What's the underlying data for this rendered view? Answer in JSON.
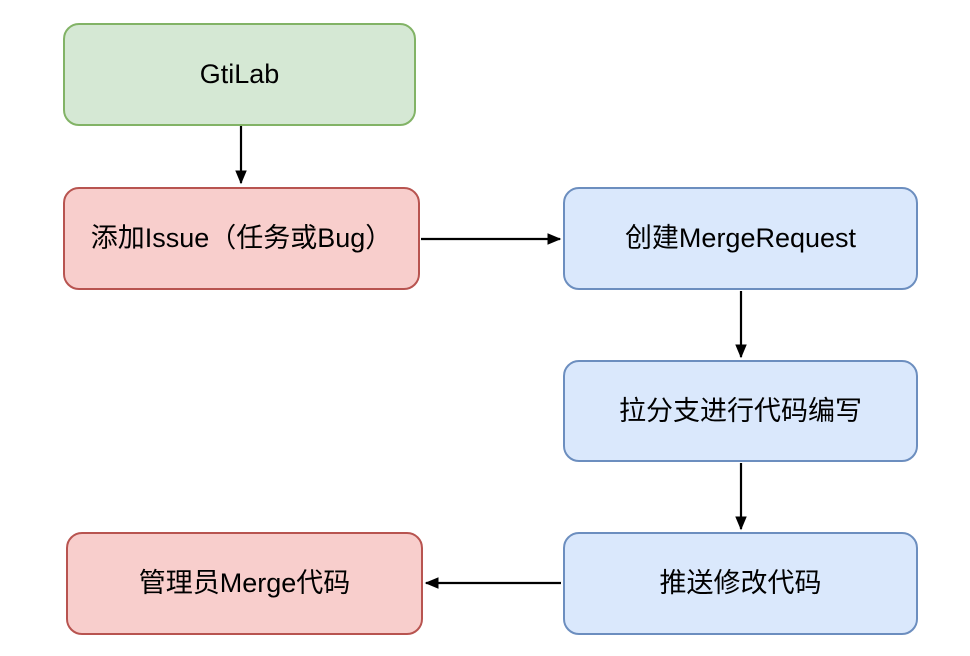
{
  "diagram": {
    "title": "GitLab workflow flowchart",
    "background_color": "#ffffff",
    "edge_color": "#000000",
    "nodes": {
      "gitlab": {
        "label": "GtiLab",
        "fill": "#d5e8d4",
        "border": "#82b366",
        "shape": "rounded-rectangle"
      },
      "add_issue": {
        "label": "添加Issue（任务或Bug）",
        "fill": "#f8cecc",
        "border": "#b85450",
        "shape": "rounded-rectangle"
      },
      "create_merge_request": {
        "label": "创建MergeRequest",
        "fill": "#dae8fc",
        "border": "#6c8ebf",
        "shape": "rounded-rectangle"
      },
      "pull_branch_write_code": {
        "label": "拉分支进行代码编写",
        "fill": "#dae8fc",
        "border": "#6c8ebf",
        "shape": "rounded-rectangle"
      },
      "push_modified_code": {
        "label": "推送修改代码",
        "fill": "#dae8fc",
        "border": "#6c8ebf",
        "shape": "rounded-rectangle"
      },
      "admin_merge_code": {
        "label": "管理员Merge代码",
        "fill": "#f8cecc",
        "border": "#b85450",
        "shape": "rounded-rectangle"
      }
    },
    "edges": [
      {
        "from": "gitlab",
        "to": "add_issue",
        "direction": "down"
      },
      {
        "from": "add_issue",
        "to": "create_merge_request",
        "direction": "right"
      },
      {
        "from": "create_merge_request",
        "to": "pull_branch_write_code",
        "direction": "down"
      },
      {
        "from": "pull_branch_write_code",
        "to": "push_modified_code",
        "direction": "down"
      },
      {
        "from": "push_modified_code",
        "to": "admin_merge_code",
        "direction": "left"
      }
    ]
  }
}
